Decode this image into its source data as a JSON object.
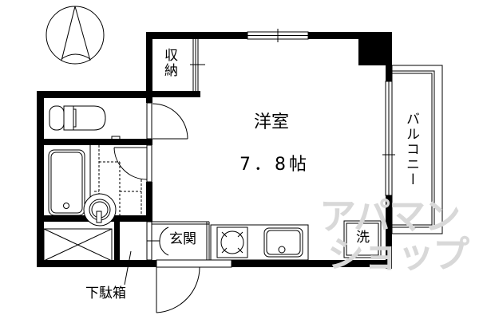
{
  "floorplan": {
    "compass": {
      "icon": "north-arrow-icon"
    },
    "rooms": {
      "western_room": {
        "name": "洋室",
        "size": "7．8帖"
      },
      "storage": {
        "name": "収納",
        "line1": "収",
        "line2": "納"
      },
      "balcony": {
        "name": "バルコニー"
      },
      "entrance": {
        "name": "玄関"
      },
      "shoe_box": {
        "name": "下駄箱"
      },
      "washer": {
        "name": "洗"
      }
    },
    "fixtures": [
      "toilet-icon",
      "bathtub-icon",
      "washbasin-icon",
      "stove-icon",
      "sink-icon",
      "washing-machine-pan-icon"
    ],
    "watermark": {
      "line1": "アパマン",
      "line2": "ショップ",
      "color": "#d8d8d8"
    },
    "colors": {
      "wall": "#000000",
      "background": "#ffffff"
    }
  }
}
